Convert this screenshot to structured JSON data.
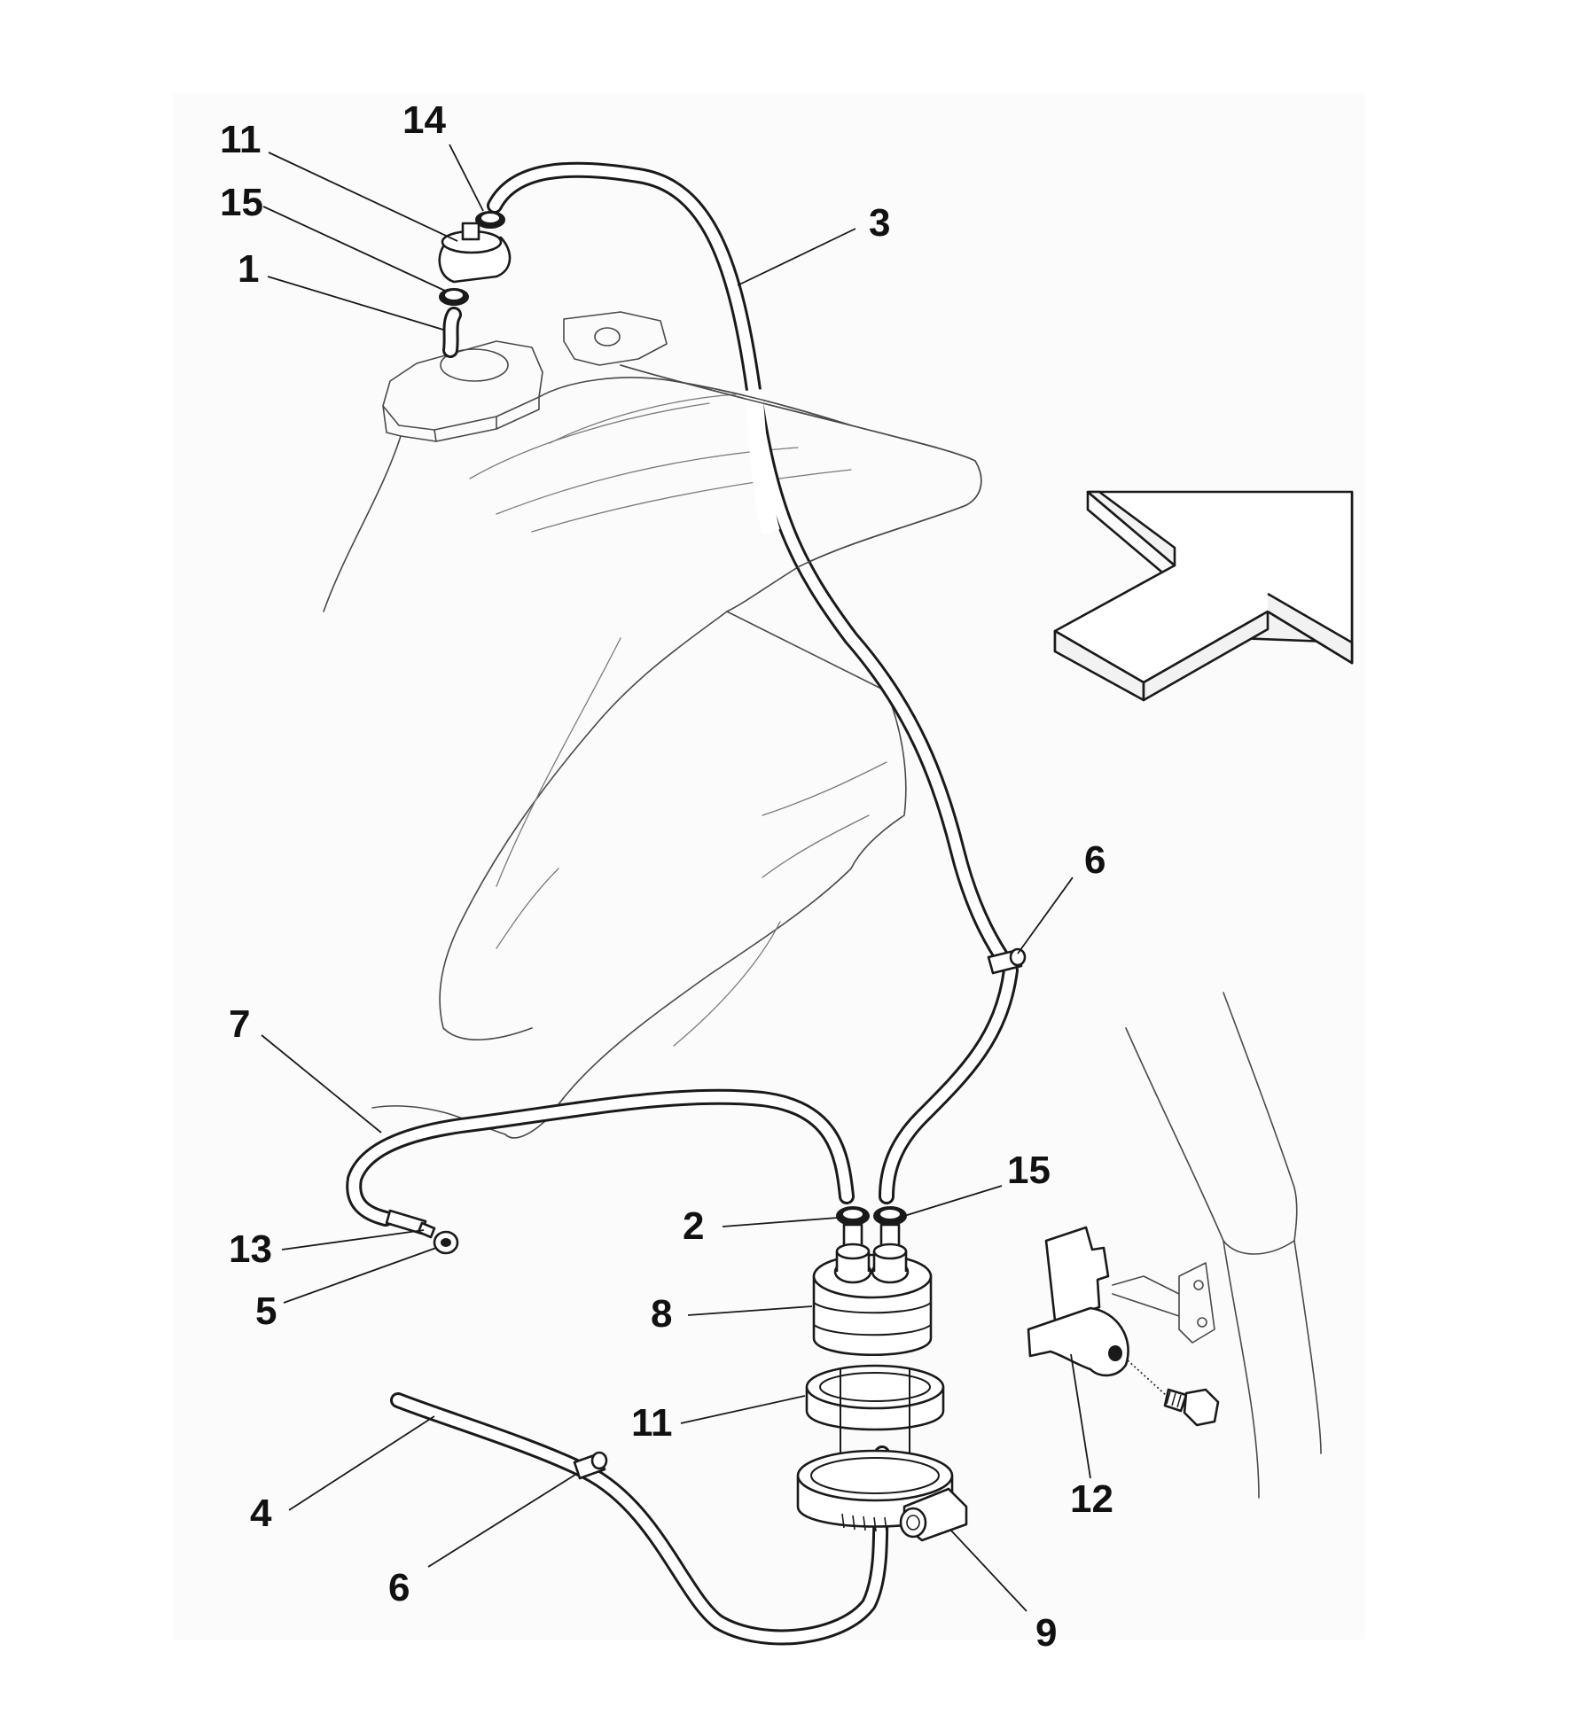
{
  "diagram": {
    "callouts": [
      {
        "id": "c14",
        "label": "14"
      },
      {
        "id": "c11a",
        "label": "11"
      },
      {
        "id": "c15a",
        "label": "15"
      },
      {
        "id": "c1",
        "label": "1"
      },
      {
        "id": "c3",
        "label": "3"
      },
      {
        "id": "c6a",
        "label": "6"
      },
      {
        "id": "c7",
        "label": "7"
      },
      {
        "id": "c13",
        "label": "13"
      },
      {
        "id": "c5",
        "label": "5"
      },
      {
        "id": "c2",
        "label": "2"
      },
      {
        "id": "c15b",
        "label": "15"
      },
      {
        "id": "c8",
        "label": "8"
      },
      {
        "id": "c11b",
        "label": "11"
      },
      {
        "id": "c4",
        "label": "4"
      },
      {
        "id": "c6b",
        "label": "6"
      },
      {
        "id": "c12",
        "label": "12"
      },
      {
        "id": "c9",
        "label": "9"
      }
    ],
    "direction_arrow_icon": "up-right-arrow-icon",
    "line_color": "#1a1a1a",
    "background_color": "#ffffff"
  }
}
